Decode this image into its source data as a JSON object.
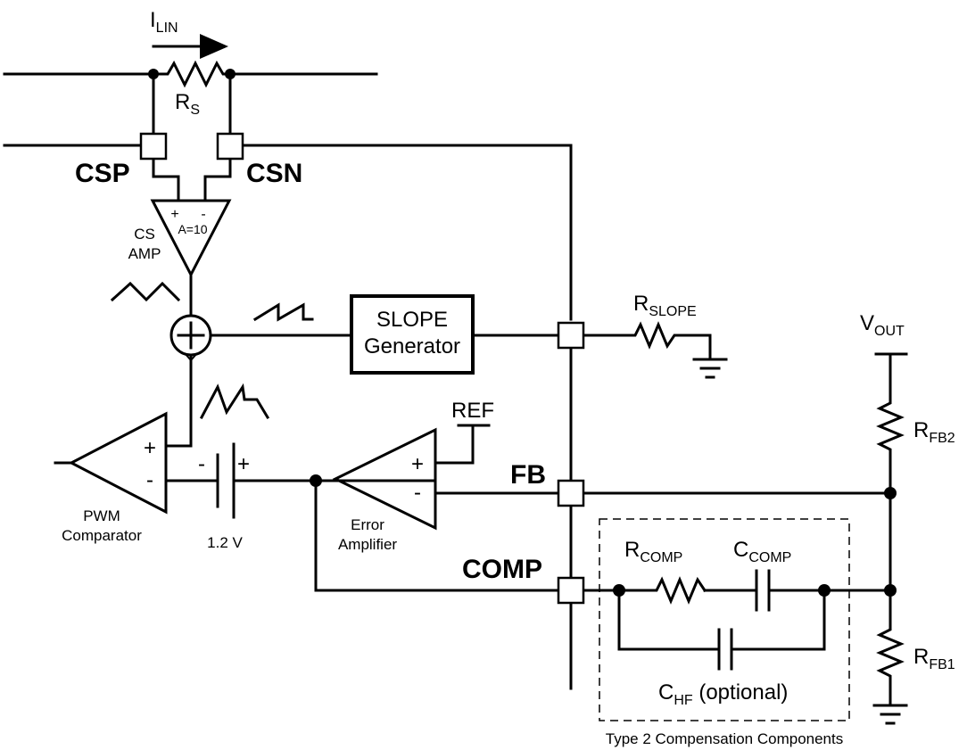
{
  "labels": {
    "i_lin": {
      "main": "I",
      "sub": "LIN"
    },
    "rs": {
      "main": "R",
      "sub": "S"
    },
    "csp": "CSP",
    "csn": "CSN",
    "cs_amp_line1": "CS",
    "cs_amp_line2": "AMP",
    "amp_plus": "+",
    "amp_minus": "-",
    "amp_gain": "A=10",
    "slope_gen_line1": "SLOPE",
    "slope_gen_line2": "Generator",
    "r_slope": {
      "main": "R",
      "sub": "SLOPE"
    },
    "v_out": {
      "main": "V",
      "sub": "OUT"
    },
    "r_fb2": {
      "main": "R",
      "sub": "FB2"
    },
    "r_fb1": {
      "main": "R",
      "sub": "FB1"
    },
    "ref": "REF",
    "fb": "FB",
    "comp": "COMP",
    "pwm_line1": "PWM",
    "pwm_line2": "Comparator",
    "pwm_plus": "+",
    "pwm_minus": "-",
    "batt_minus": "-",
    "batt_plus": "+",
    "batt_voltage": "1.2 V",
    "ea_line1": "Error",
    "ea_line2": "Amplifier",
    "ea_plus": "+",
    "ea_minus": "-",
    "r_comp": {
      "main": "R",
      "sub": "COMP"
    },
    "c_comp": {
      "main": "C",
      "sub": "COMP"
    },
    "c_hf": {
      "main": "C",
      "sub": "HF",
      "suffix": " (optional)"
    },
    "type2_caption": "Type 2 Compensation Components"
  }
}
